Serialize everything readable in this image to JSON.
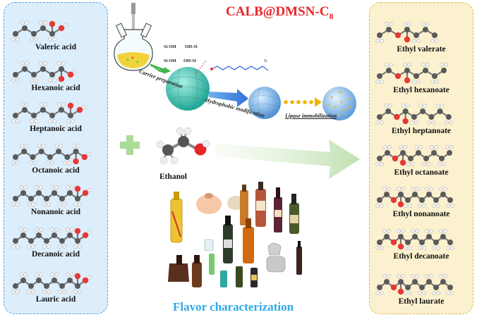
{
  "title_main": "CALB@DMSN-C",
  "title_sub": "8",
  "acids": [
    "Valeric acid",
    "Hexanoic acid",
    "Heptanoic acid",
    "Octanoic acid",
    "Nonanoic acid",
    "Decanoic acid",
    "Lauric acid"
  ],
  "esters": [
    "Ethyl valerate",
    "Ethyl hexanoate",
    "Ethyl heptanoate",
    "Ethyl octanoate",
    "Ethyl nonanoate",
    "Ethyl decanoate",
    "Ethyl laurate"
  ],
  "ethanol_label": "Ethanol",
  "steps": {
    "carrier": "Carrier preparation",
    "hydrophobic": "Hydrophobic modification",
    "lipase": "Lipase immobilization"
  },
  "silanol_labels": [
    "Si-OH",
    "OH-Si",
    "Si-OH",
    "OH-Si",
    "Si-OH"
  ],
  "bottom_label": "Flavor characterization",
  "colors": {
    "title": "#e8262a",
    "bottom": "#2fa8e6",
    "left_panel": "#dcedfb",
    "right_panel": "#fbf1cf"
  }
}
